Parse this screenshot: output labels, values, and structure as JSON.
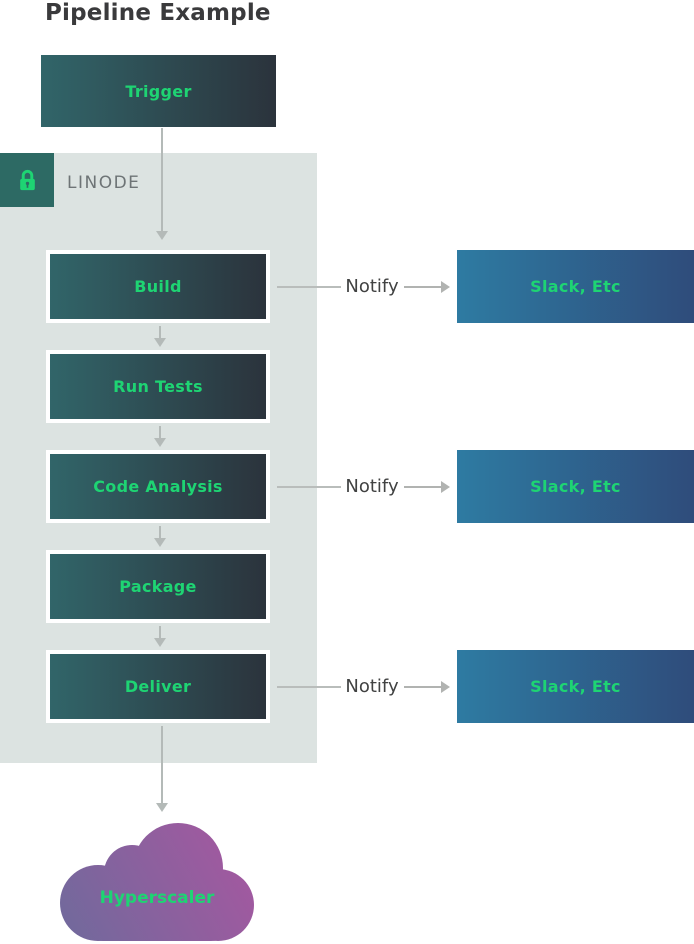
{
  "title": "Pipeline Example",
  "trigger": {
    "label": "Trigger"
  },
  "zone": {
    "label": "LINODE",
    "lock_icon": "lock-icon"
  },
  "steps": [
    "Build",
    "Run Tests",
    "Code Analysis",
    "Package",
    "Deliver"
  ],
  "notify_rows": [
    {
      "label": "Notify",
      "target": "Slack, Etc"
    },
    {
      "label": "Notify",
      "target": "Slack, Etc"
    },
    {
      "label": "Notify",
      "target": "Slack, Etc"
    }
  ],
  "cloud": {
    "label": "Hyperscaler"
  },
  "colors": {
    "accent_green": "#1ed473",
    "node_gradient_start": "#316569",
    "node_gradient_end": "#2b333c",
    "notify_gradient_start": "#2e7ba2",
    "notify_gradient_end": "#2f4c7b",
    "cloud_gradient_start": "#6f6a9c",
    "cloud_gradient_end": "#a757a0",
    "zone_background": "#dce3e1",
    "lock_badge_background": "#2d6a64",
    "arrow_gray": "#b4bab8",
    "title_color": "#3a3a3c",
    "zone_label_color": "#6e7476",
    "notify_label_color": "#414242"
  }
}
